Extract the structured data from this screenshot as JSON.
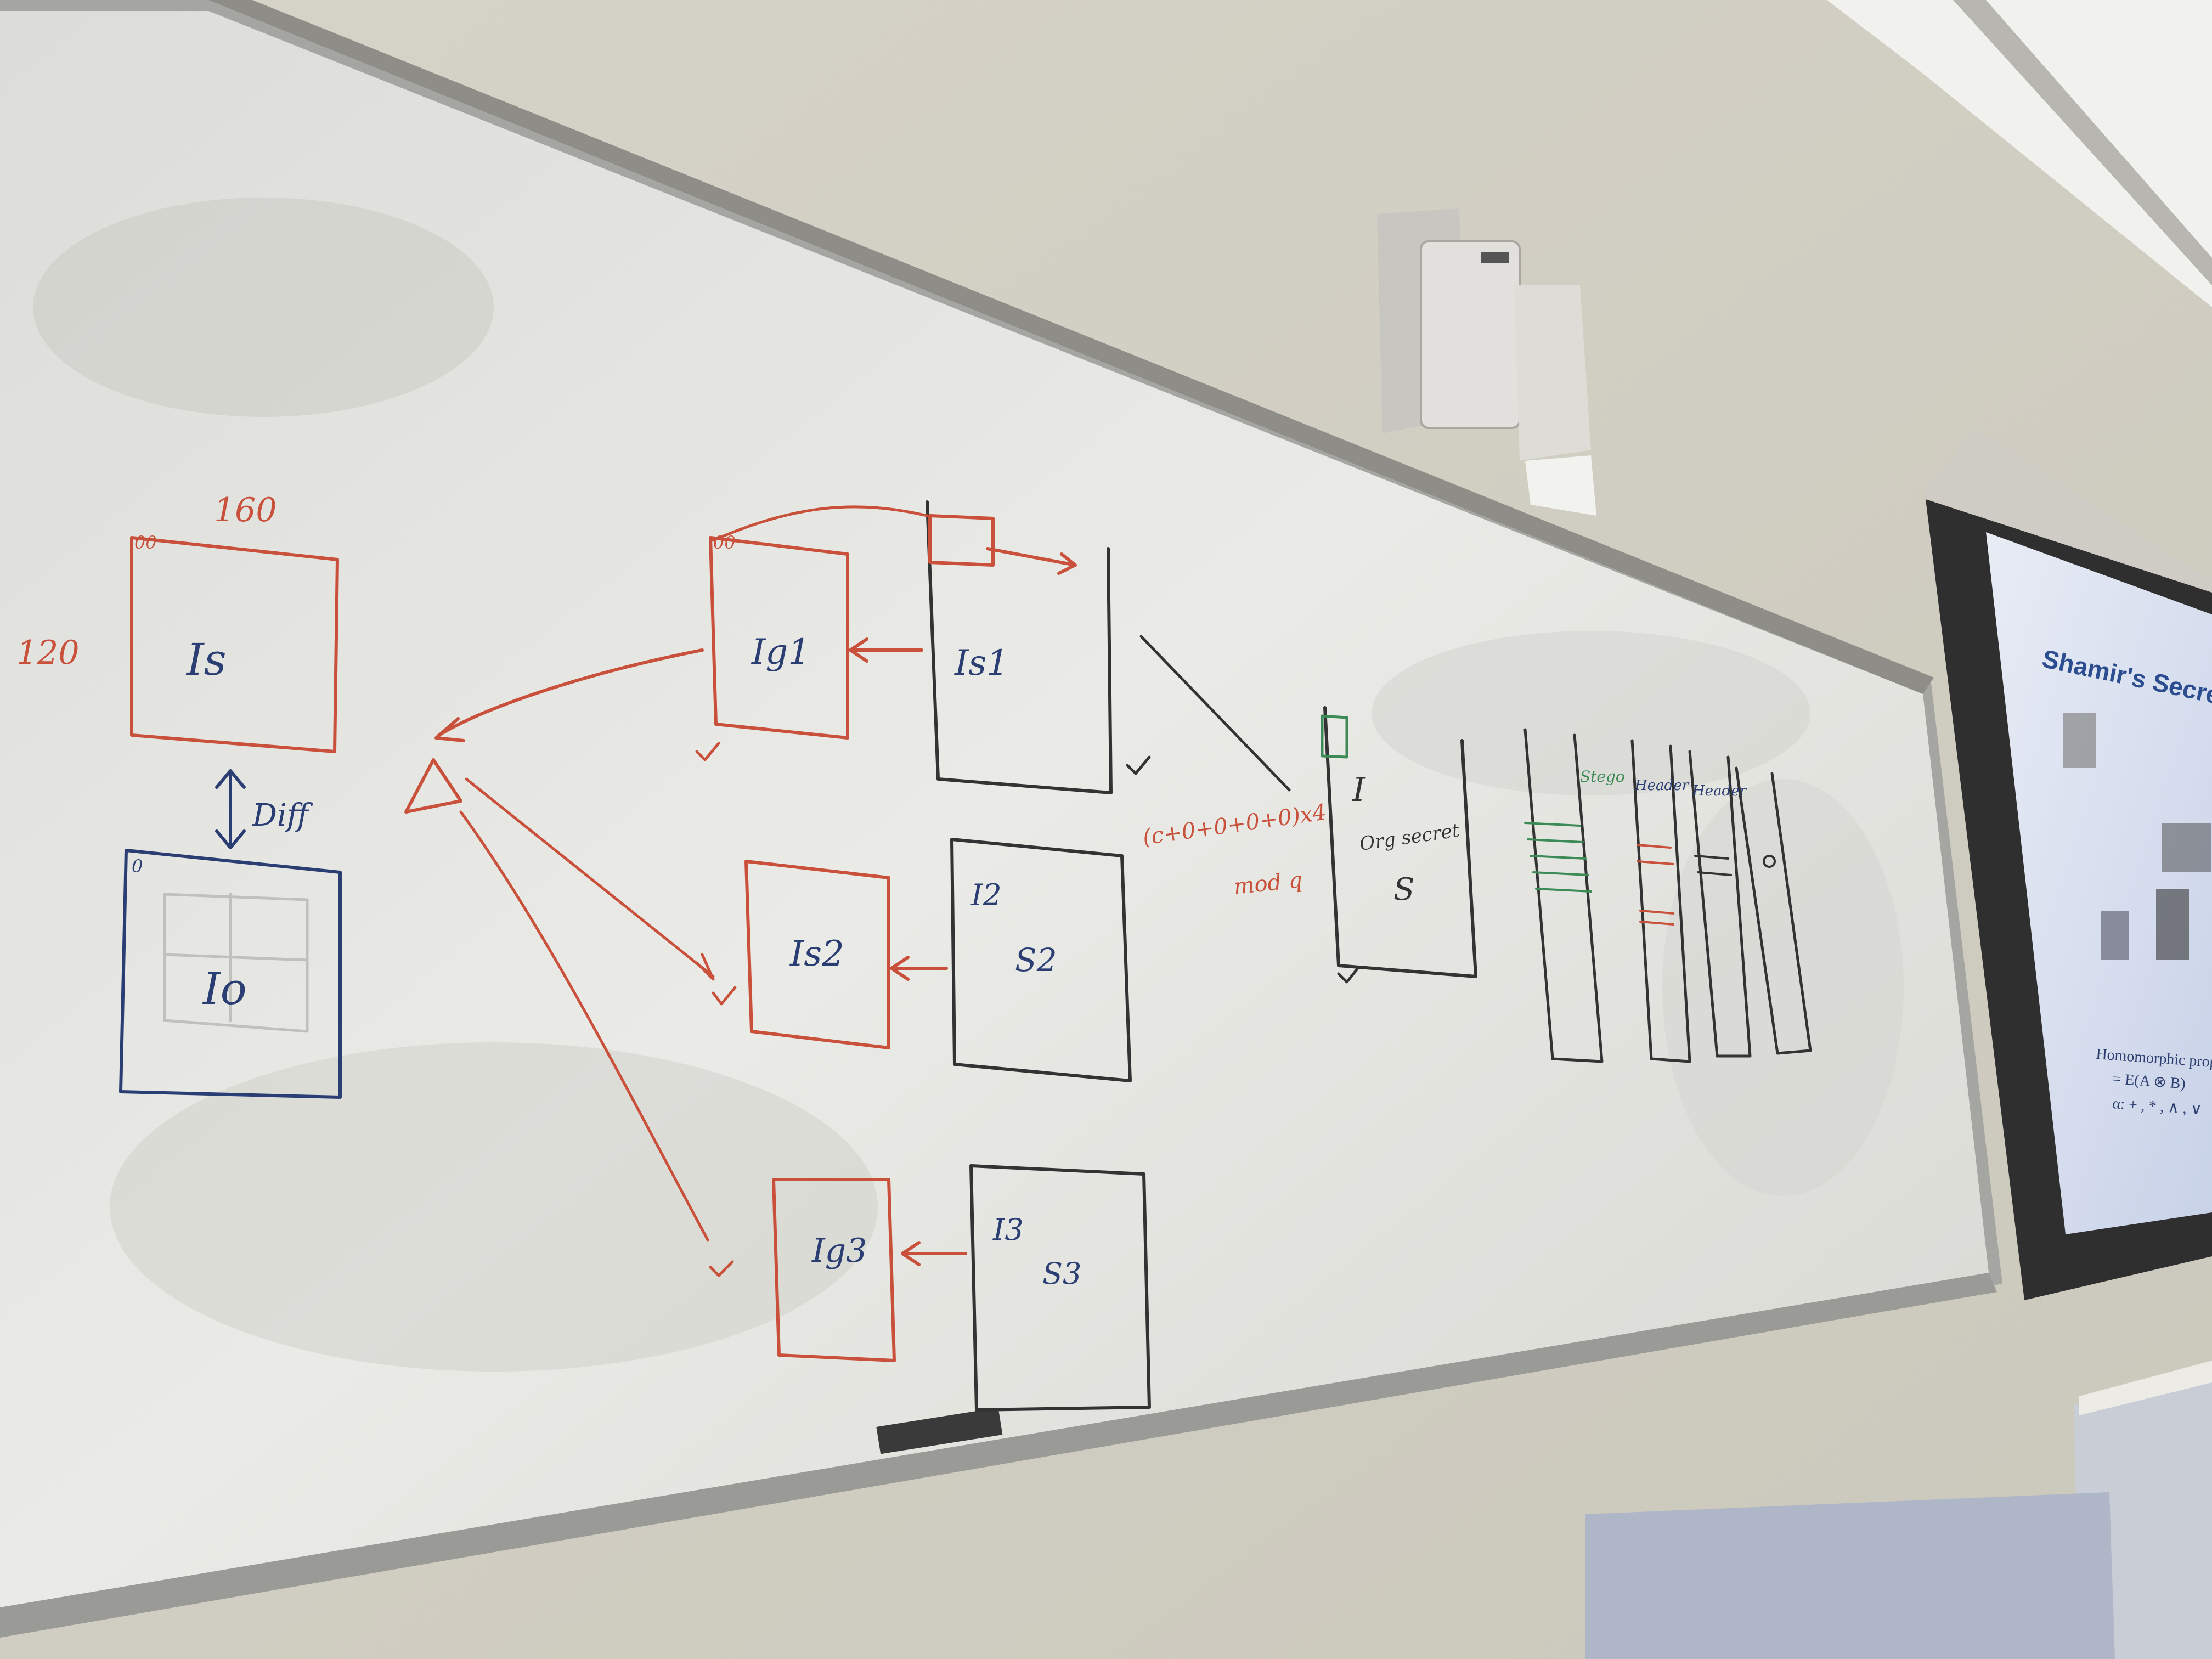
{
  "whiteboard": {
    "labels": {
      "width": "160",
      "height": "120",
      "is": "Is",
      "diff": "Diff",
      "io": "Io",
      "zero_a": "00",
      "zero_b": "00",
      "zero_c": "0",
      "ig1": "Ig1",
      "is1": "Is1",
      "i2": "I2",
      "s2": "S2",
      "is2": "Is2",
      "i3": "I3",
      "s3": "S3",
      "ig3": "Ig3",
      "delta": "Δ",
      "formula": "(c+0+0+0+0)x4",
      "mod": "mod q",
      "i_big": "I",
      "org_secret": "Org secret",
      "s_big": "S",
      "col_a": "Stego",
      "col_b": "Header",
      "col_c": "Header"
    }
  },
  "projector": {
    "title": "Shamir's Secret Sharing",
    "line1": "Homomorphic property: E(A) ⊕ E(B)",
    "line2": "= E(A ⊗ B)",
    "line3": "α: + , * , ∧ , ∨"
  },
  "colors": {
    "wall": "#d8d5ca",
    "board": "#e6e6e2",
    "marker_red": "#c9503a",
    "marker_blue": "#2a3e74",
    "marker_black": "#333333",
    "marker_green": "#3c8a55",
    "screen": "#dde3f0"
  }
}
